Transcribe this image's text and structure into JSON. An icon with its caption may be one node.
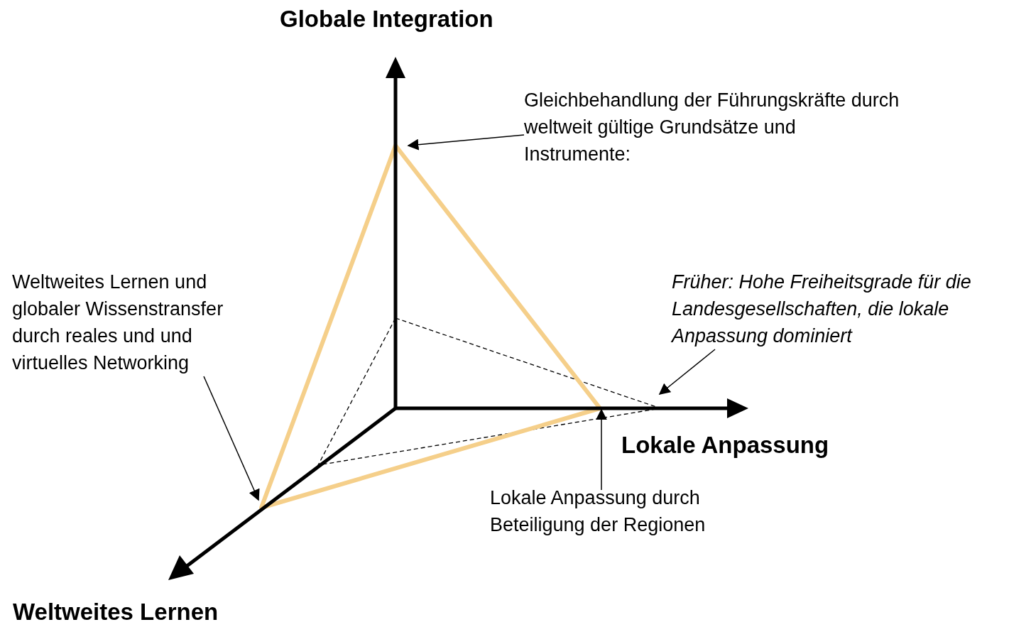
{
  "diagram": {
    "nodes": [
      {
        "text": [
          "Gleichbehandlung der Führungskräfte durch weltweit gültige Grundsätze und Instrumente:"
        ]
      },
      {
        "text": [
          "Weltweites Lernen und globaler Wissenstransfer durch reales und und virtuelles Networking"
        ]
      },
      {
        "text": [
          "Früher: Hohe Freiheitsgrade für die Landesgesellschaften, die lokale Anpassung dominiert"
        ]
      },
      {
        "text": [
          "Lokale Anpassung durch Beteiligung der Regionen"
        ]
      }
    ],
    "edges": [
      {
        "from": 0,
        "to": null,
        "arrow": "to"
      },
      {
        "from": 1,
        "to": null,
        "arrow": "to"
      },
      {
        "from": 2,
        "to": null,
        "arrow": "to"
      },
      {
        "from": 3,
        "to": null,
        "arrow": "to"
      }
    ],
    "labels": [
      "Globale Integration",
      "Lokale Anpassung",
      "Weltweites Lernen"
    ]
  }
}
